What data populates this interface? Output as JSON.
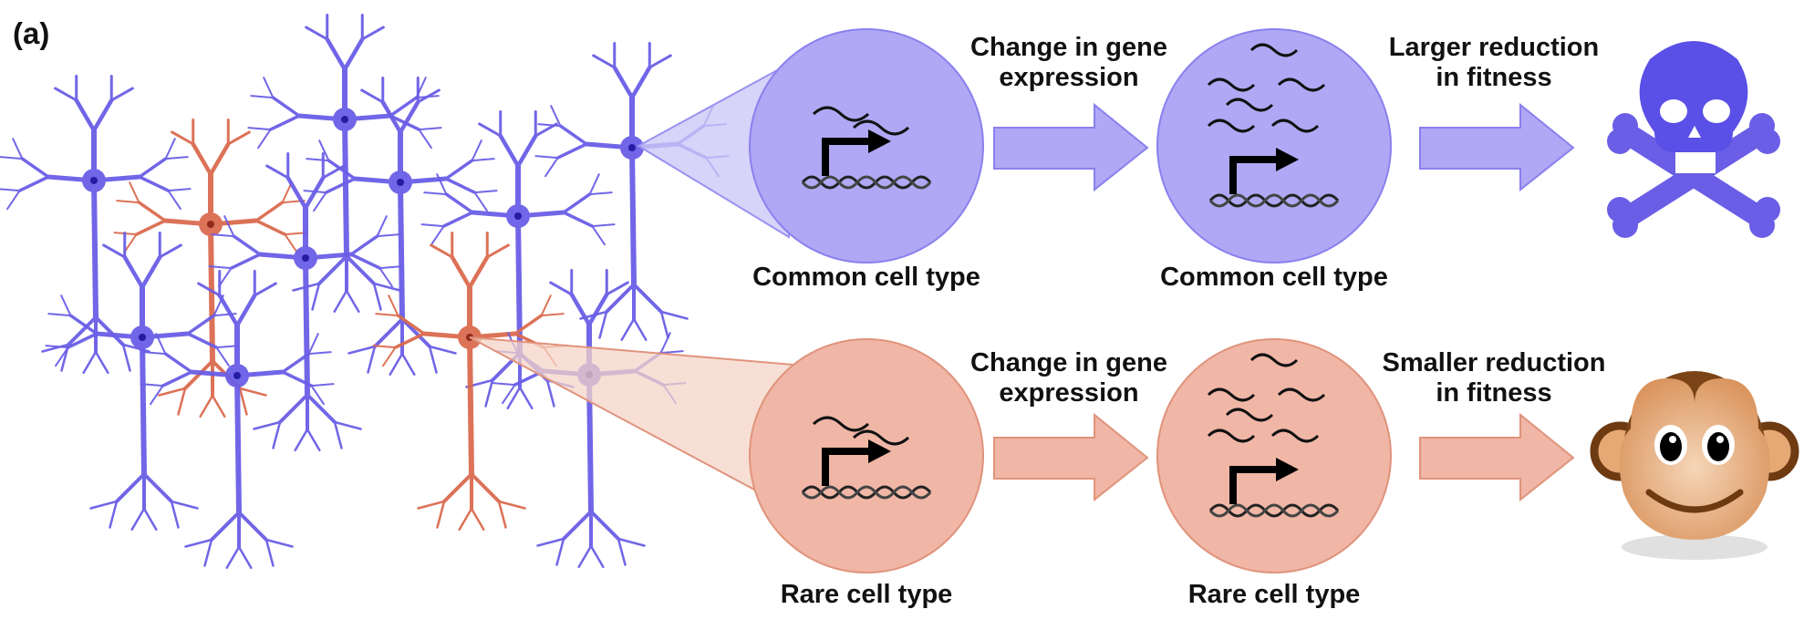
{
  "panel_label": "(a)",
  "colors": {
    "common": "#6a5ee6",
    "common_fill": "#b0a8f4",
    "common_stroke": "#8a80ee",
    "common_cone": "#cdc8f8",
    "rare": "#db6b4f",
    "rare_fill": "#f0b6a6",
    "rare_stroke": "#e0937c",
    "rare_cone": "#f6d4c8",
    "skull": "#5a4fe6",
    "monkey_brown": "#6e3a12",
    "monkey_skin": "#e6a874"
  },
  "top_row": {
    "cell1_label": "Common cell type",
    "step1_label_line1": "Change in gene",
    "step1_label_line2": "expression",
    "cell2_label": "Common cell type",
    "step2_label_line1": "Larger reduction",
    "step2_label_line2": "in fitness",
    "outcome_icon": "skull-crossbones-icon"
  },
  "bottom_row": {
    "cell1_label": "Rare cell type",
    "step1_label_line1": "Change in gene",
    "step1_label_line2": "expression",
    "cell2_label": "Rare cell type",
    "step2_label_line1": "Smaller reduction",
    "step2_label_line2": "in fitness",
    "outcome_icon": "monkey-face-icon"
  },
  "neurons": [
    {
      "type": "common"
    },
    {
      "type": "rare"
    },
    {
      "type": "common"
    },
    {
      "type": "common"
    },
    {
      "type": "common"
    },
    {
      "type": "common"
    },
    {
      "type": "common"
    },
    {
      "type": "common"
    },
    {
      "type": "rare"
    },
    {
      "type": "common"
    },
    {
      "type": "common"
    }
  ]
}
